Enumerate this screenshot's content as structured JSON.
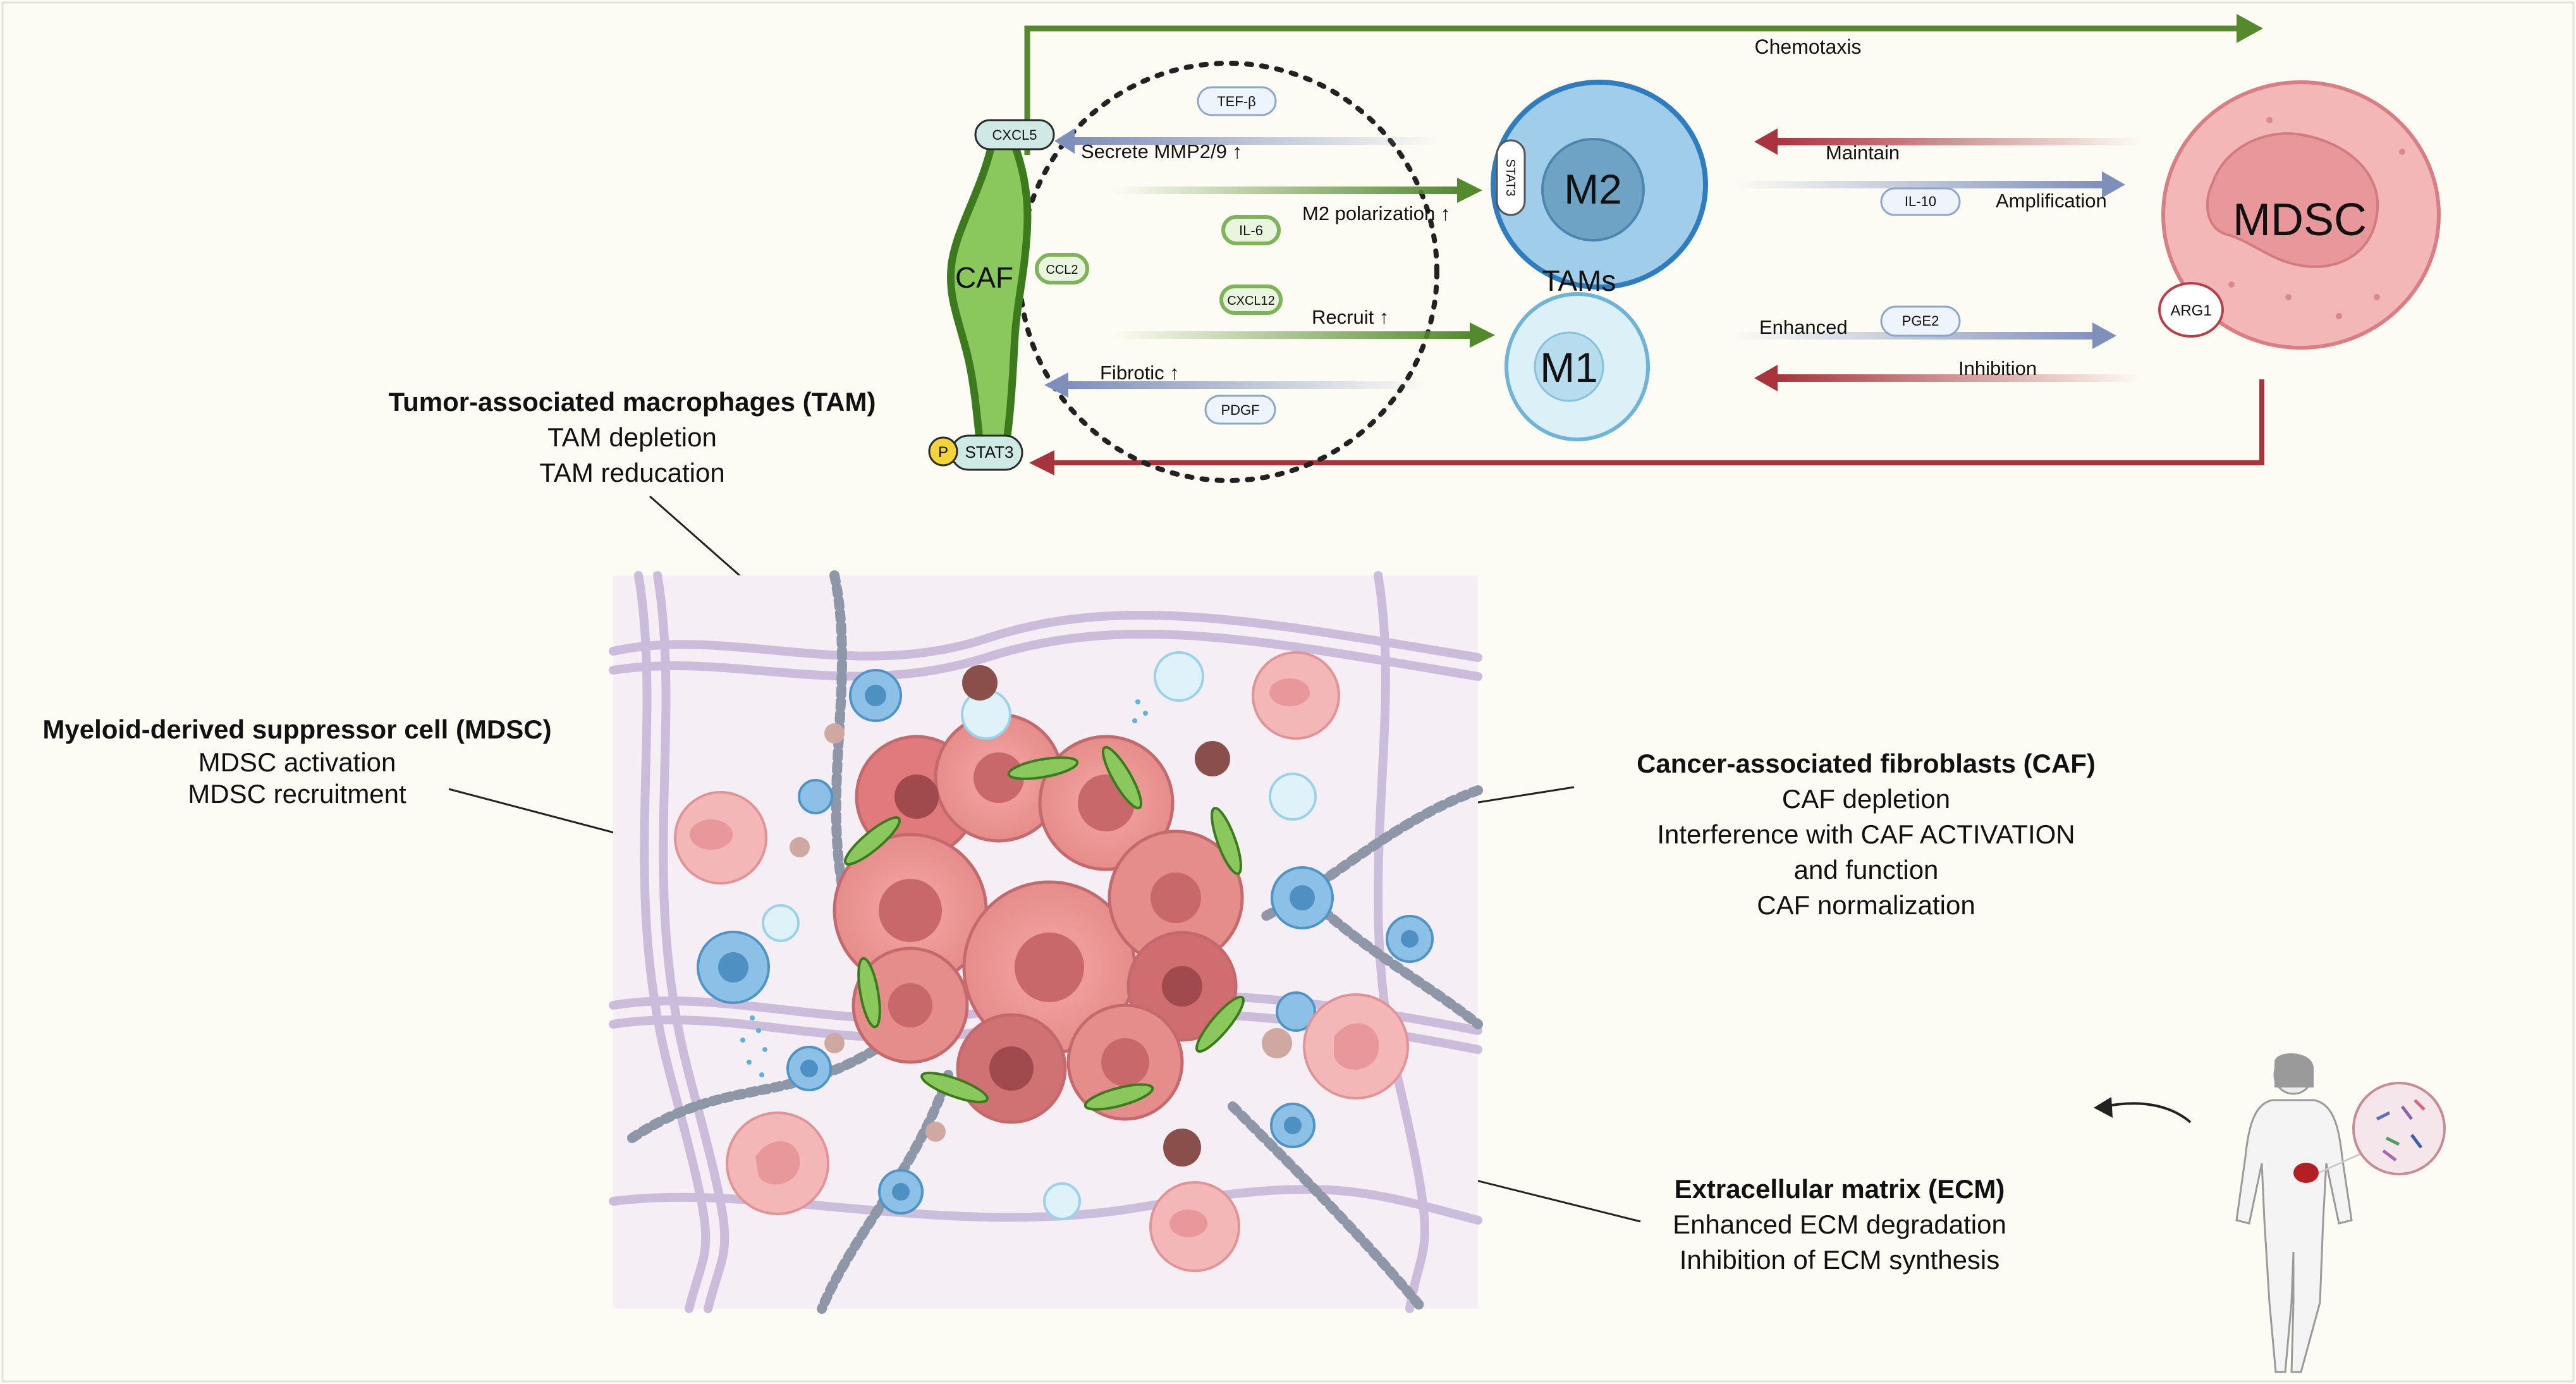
{
  "pathway": {
    "chemotaxis": "Chemotaxis",
    "secrete": "Secrete MMP2/9 ↑",
    "m2_polarization": "M2 polarization ↑",
    "recruit": "Recruit ↑",
    "fibrotic": "Fibrotic ↑",
    "maintain": "Maintain",
    "amplification": "Amplification",
    "enhanced": "Enhanced",
    "inhibition": "Inhibition"
  },
  "molecules": {
    "tef": "TEF-β",
    "il6": "IL-6",
    "cxcl12": "CXCL12",
    "ccl2": "CCL2",
    "pdgf": "PDGF",
    "cxcl5": "CXCL5",
    "stat3_caf": "STAT3",
    "p": "P",
    "stat3_m2": "STAT3",
    "il10": "IL-10",
    "pge2": "PGE2",
    "arg1": "ARG1"
  },
  "cells": {
    "caf": "CAF",
    "m2": "M2",
    "m1": "M1",
    "tams": "TAMs",
    "mdsc": "MDSC"
  },
  "tam_box": {
    "title": "Tumor-associated macrophages (TAM)",
    "lines": [
      "TAM depletion",
      "TAM reducation"
    ]
  },
  "mdsc_box": {
    "title": "Myeloid-derived suppressor cell (MDSC)",
    "lines": [
      "MDSC activation",
      "MDSC recruitment"
    ]
  },
  "caf_box": {
    "title": "Cancer-associated fibroblasts (CAF)",
    "lines": [
      "CAF depletion",
      "Interference with CAF ACTIVATION",
      "and function",
      "CAF normalization"
    ]
  },
  "ecm_box": {
    "title": "Extracellular matrix (ECM)",
    "lines": [
      "Enhanced ECM degradation",
      "Inhibition of ECM synthesis"
    ]
  },
  "colors": {
    "green": "#55892e",
    "blue_arrow": "#7f8fbc",
    "red_arrow": "#a8343e",
    "m2_fill": "#9fcdea",
    "m1_fill": "#dcf0f7",
    "mdsc_fill": "#f3b7b8"
  }
}
